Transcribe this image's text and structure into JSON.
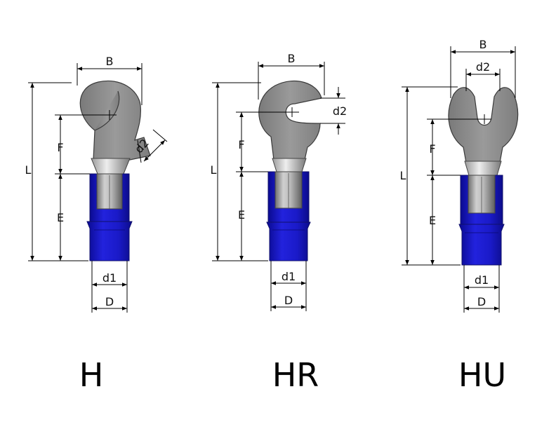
{
  "terminals": [
    {
      "id": "H",
      "title": "H",
      "labels": {
        "B": "B",
        "d2": "d2",
        "F": "F",
        "L": "L",
        "E": "E",
        "d1": "d1",
        "D": "D"
      }
    },
    {
      "id": "HR",
      "title": "HR",
      "labels": {
        "B": "B",
        "d2": "d2",
        "F": "F",
        "L": "L",
        "E": "E",
        "d1": "d1",
        "D": "D"
      }
    },
    {
      "id": "HU",
      "title": "HU",
      "labels": {
        "B": "B",
        "d2": "d2",
        "F": "F",
        "L": "L",
        "E": "E",
        "d1": "d1",
        "D": "D"
      }
    }
  ],
  "colors": {
    "insulation": "#1a1ac8",
    "metal": "#8a8a8a",
    "dimension_line": "#000000"
  }
}
